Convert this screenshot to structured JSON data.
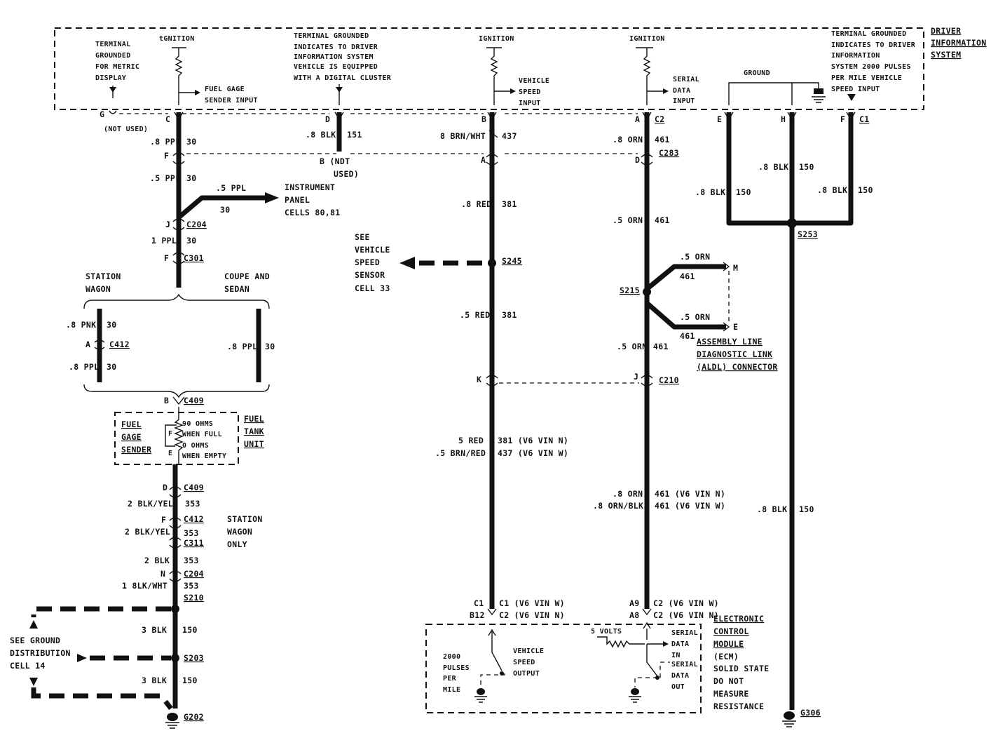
{
  "system": {
    "title": [
      "DRIVER",
      "INFORMATION",
      "SYSTEM"
    ]
  },
  "top": {
    "metric_ground": [
      "TERMINAL",
      "GROUNDED",
      "FOR METRIC",
      "DISPLAY"
    ],
    "ignition": "IGNITION",
    "ignition_alt": "tGNITION",
    "fuel_input": [
      "FUEL GAGE",
      "SENDER INPUT"
    ],
    "digital_cluster": [
      "TERMINAL GROUNDED",
      "INDICATES TO DRIVER",
      "INFORMATION SYSTEM",
      "VEHICLE IS EQUIPPED",
      "WITH A DIGITAL CLUSTER"
    ],
    "vss_input": [
      "VEHICLE",
      "SPEED",
      "INPUT"
    ],
    "serial_input": [
      "SERIAL",
      "DATA",
      "INPUT"
    ],
    "ground": "GROUND",
    "pulses": [
      "TERMINAL GROUNDED",
      "INDICATES TO DRIVER",
      "INFORMATION",
      "SYSTEM 2000 PULSES",
      "PER MILE VEHICLE",
      "SPEED INPUT"
    ]
  },
  "pins": {
    "g": "G",
    "not_used": "(NOT USED)",
    "c": "C",
    "d": "D",
    "b": "B",
    "a": "A",
    "c2": "C2",
    "e": "E",
    "h": "H",
    "f": "F",
    "c1": "C1"
  },
  "col1": {
    "w1": ".8 PPL",
    "c1": "30",
    "f": "F",
    "w2": ".5 PPL",
    "c2": "30",
    "branch_wire": ".5 PPL",
    "branch_circ": "30",
    "instrument": [
      "INSTRUMENT",
      "PANEL",
      "CELLS 80,81"
    ],
    "j": "J",
    "c204": "C204",
    "w3": "1 PPL",
    "c3": "30",
    "f2": "F",
    "c301": "C301",
    "station_wagon": [
      "STATION",
      "WAGON"
    ],
    "coupe": [
      "COUPE AND",
      "SEDAN"
    ],
    "pnk": ".8 PNK",
    "pnk_c": "30",
    "a": "A",
    "c412": "C412",
    "ppl_a": ".8 PPL",
    "ppl_a_c": "30",
    "ppl_b": ".8 PPL",
    "ppl_b_c": "30",
    "b": "B",
    "c409": "C409",
    "fuel_gage": [
      "FUEL",
      "GAGE",
      "SENDER"
    ],
    "ohms": [
      "90 OHMS",
      "WHEN FULL",
      "0 OHMS",
      "WHEN EMPTY"
    ],
    "fuel_tank": [
      "FUEL",
      "TANK",
      "UNIT"
    ],
    "f_pin": "F",
    "e_pin": "E",
    "d": "D",
    "c409b": "C409",
    "w4": "2 BLK/YEL",
    "c4": "353",
    "f3": "F",
    "c412b": "C412",
    "w5": "2 BLK/YEL",
    "c5": "353",
    "c311": "C311",
    "wagon_only": [
      "STATION",
      "WAGON",
      "ONLY"
    ],
    "w6": "2 BLK",
    "c6": "353",
    "n": "N",
    "c204b": "C204",
    "w7": "1 8LK/WHT",
    "c7": "353",
    "s210": "S210",
    "ground_dist": [
      "SEE GROUND",
      "DISTRIBUTION",
      "CELL 14"
    ],
    "w8": "3 BLK",
    "c8": "150",
    "s203": "S203",
    "w9": "3 BLK",
    "c9": "150",
    "g202": "G202"
  },
  "col2": {
    "w1": ".8 BLK",
    "c1": "151",
    "not_used": [
      "B (NDT",
      "USED)"
    ]
  },
  "col3": {
    "w1": "8 BRN/WHT",
    "c1": "437",
    "a": "A",
    "w2": ".8 RED",
    "c2": "381",
    "vss_sensor": [
      "SEE",
      "VEHICLE",
      "SPEED",
      "SENSOR",
      "CELL 33"
    ],
    "s245": "S245",
    "w3": ".5 RED",
    "c3": "381",
    "k": "K",
    "w4": "5 RED",
    "c4": "381 (V6 VIN N)",
    "w5": ".5 BRN/RED",
    "c5": "437 (V6 VIN W)",
    "p1": "C1",
    "p1_note": "C1 (V6 VIN W)",
    "p2": "B12",
    "p2_note": "C2 (V6 VIN N)",
    "pulses": [
      "2000",
      "PULSES",
      "PER",
      "MILE"
    ],
    "vss_out": [
      "VEHICLE",
      "SPEED",
      "OUTPUT"
    ]
  },
  "col4": {
    "w1": ".8 ORN",
    "c1": "461",
    "d": "D",
    "c283": "C283",
    "w2": ".5 ORN",
    "c2": "461",
    "s215": "S215",
    "m_wire": ".5 ORN",
    "m_circ": "461",
    "m": "M",
    "e_wire": ".5 ORN",
    "e_circ": "461",
    "e": "E",
    "aldl": [
      "ASSEMBLY LINE",
      "DIAGNOSTIC LINK",
      "(ALDL) CONNECTOR"
    ],
    "w3": ".5 ORN",
    "c3": "461",
    "j": "J",
    "c210": "C210",
    "w4": ".8 ORN",
    "c4": "461 (V6 VIN N)",
    "w5": ".8 ORN/BLK",
    "c5": "461 (V6 VIN W)",
    "p1": "A9",
    "p1_note": "C2 (V6 VIN W)",
    "p2": "A8",
    "p2_note": "C2 (V6 VIN N)",
    "volts": "5 VOLTS",
    "serial_in": [
      "SERIAL",
      "DATA",
      "IN"
    ],
    "serial_out": [
      "SERIAL",
      "DATA",
      "OUT"
    ],
    "ecm": [
      "ELECTRONIC",
      "CONTROL",
      "MODULE",
      "(ECM)"
    ],
    "ecm_note": [
      "SOLID STATE",
      "DO NOT",
      "MEASURE",
      "RESISTANCE"
    ]
  },
  "col5": {
    "w1": ".8 BLK",
    "c1": "150",
    "w2": ".8 BLK",
    "c2": "150",
    "w3": ".8 BLK",
    "c3": "150",
    "s253": "S253",
    "w4": ".8 BLK",
    "c4": "150",
    "g306": "G306"
  }
}
